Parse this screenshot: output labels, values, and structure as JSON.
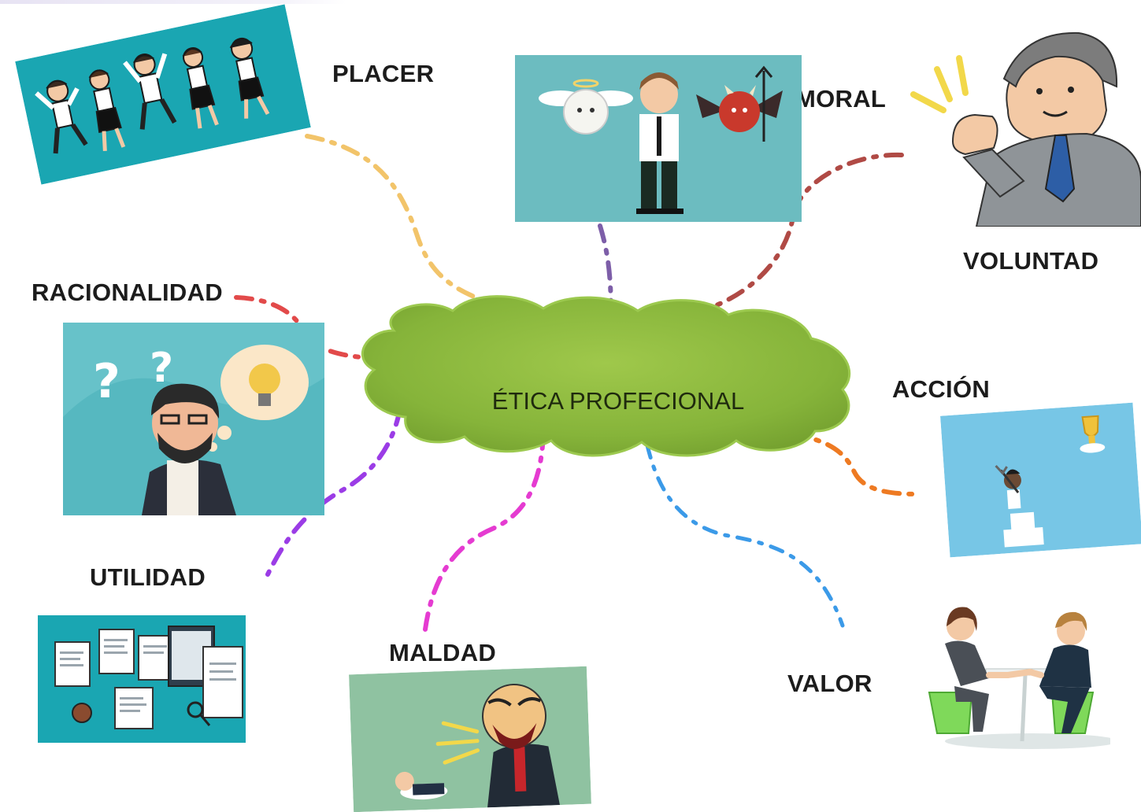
{
  "center": {
    "label": "ÉTICA PROFECIONAL",
    "color": "#8ab83e"
  },
  "nodes": [
    {
      "id": "placer",
      "label": "PLACER",
      "image": "jumping-office-workers",
      "connector_color": "#f2c46a"
    },
    {
      "id": "moral",
      "label": "MORAL",
      "image": "angel-devil-dilemma",
      "connector_color": "#7d5ea8"
    },
    {
      "id": "voluntad",
      "label": "VOLUNTAD",
      "image": "confident-businessman-fist",
      "connector_color": "#b04a45"
    },
    {
      "id": "racionalidad",
      "label": "RACIONALIDAD",
      "image": "thinking-man-lightbulb",
      "connector_color": "#e24a4a"
    },
    {
      "id": "accion",
      "label": "ACCIÓN",
      "image": "climbing-to-trophy",
      "connector_color": "#ee7a22"
    },
    {
      "id": "utilidad",
      "label": "UTILIDAD",
      "image": "resumes-on-desk",
      "connector_color": "#9b3ce6"
    },
    {
      "id": "maldad",
      "label": "MALDAD",
      "image": "boss-shouting-employee",
      "connector_color": "#e53bd1"
    },
    {
      "id": "valor",
      "label": "VALOR",
      "image": "handshake-interview",
      "connector_color": "#3b9ae8"
    }
  ]
}
